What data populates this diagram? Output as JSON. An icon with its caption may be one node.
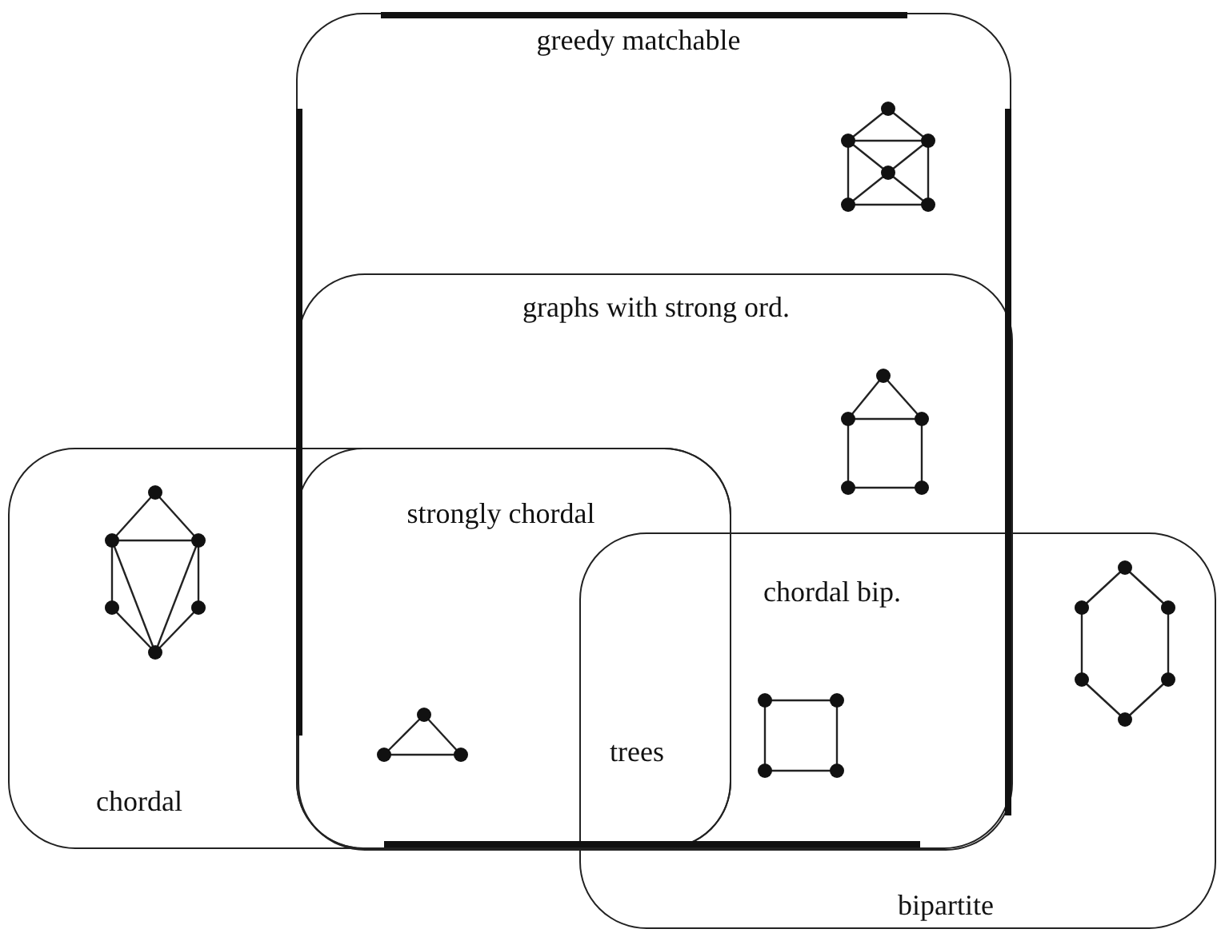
{
  "diagram": {
    "nodes": [
      {
        "text": [
          "greedy matchable"
        ]
      },
      {
        "text": [
          "graphs with strong ord."
        ],
        "in": 0
      },
      {
        "text": [
          "strongly chordal"
        ]
      },
      {
        "text": [
          "chordal"
        ]
      },
      {
        "text": [
          "bipartite"
        ]
      }
    ],
    "labels": [
      "chordal bip.",
      "trees"
    ]
  }
}
